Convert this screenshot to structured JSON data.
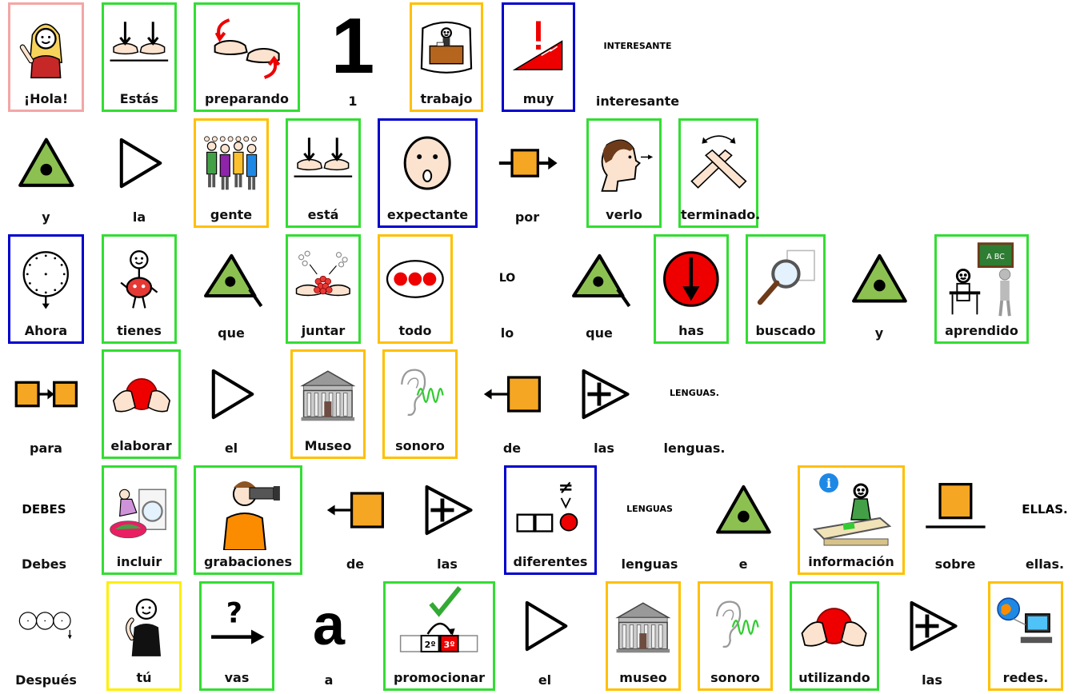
{
  "colors": {
    "pink": "#f4a6a6",
    "green": "#33dd33",
    "orange": "#ffc000",
    "blue": "#0000cc",
    "yellow": "#ffee00",
    "red": "#e00000",
    "sym_green": "#8cc152",
    "sym_orange": "#f5a623"
  },
  "rows": [
    {
      "cells": [
        {
          "label": "¡Hola!",
          "border": "pink",
          "icon": "waving-girl-icon"
        },
        {
          "label": "Estás",
          "border": "green",
          "icon": "hands-down-icon"
        },
        {
          "label": "preparando",
          "border": "green",
          "icon": "preparing-hands-icon"
        },
        {
          "label": "1",
          "border": "none",
          "icon": "number-icon",
          "glyph": "1"
        },
        {
          "label": "trabajo",
          "border": "orange",
          "icon": "work-desk-icon"
        },
        {
          "label": "muy",
          "border": "blue",
          "icon": "very-ramp-icon"
        },
        {
          "label": "interesante",
          "border": "none",
          "icon": "caption-text",
          "caption": "INTERESANTE"
        }
      ]
    },
    {
      "cells": [
        {
          "label": "y",
          "border": "none",
          "icon": "triangle-dot-icon"
        },
        {
          "label": "la",
          "border": "none",
          "icon": "article-triangle-icon"
        },
        {
          "label": "gente",
          "border": "orange",
          "icon": "people-group-icon"
        },
        {
          "label": "está",
          "border": "green",
          "icon": "hands-down-icon"
        },
        {
          "label": "expectante",
          "border": "blue",
          "icon": "surprised-face-icon"
        },
        {
          "label": "por",
          "border": "none",
          "icon": "through-box-icon"
        },
        {
          "label": "verlo",
          "border": "green",
          "icon": "person-looking-icon"
        },
        {
          "label": "terminado.",
          "border": "green",
          "icon": "crossed-arms-icon"
        }
      ]
    },
    {
      "cells": [
        {
          "label": "Ahora",
          "border": "blue",
          "icon": "clock-now-icon"
        },
        {
          "label": "tienes",
          "border": "green",
          "icon": "person-has-icon"
        },
        {
          "label": "que",
          "border": "none",
          "icon": "triangle-dot-tail-icon"
        },
        {
          "label": "juntar",
          "border": "green",
          "icon": "gather-hands-icon"
        },
        {
          "label": "todo",
          "border": "orange",
          "icon": "all-dots-icon"
        },
        {
          "label": "lo",
          "border": "none",
          "icon": "caption-text",
          "caption": "LO"
        },
        {
          "label": "que",
          "border": "none",
          "icon": "triangle-dot-tail-icon"
        },
        {
          "label": "has",
          "border": "green",
          "icon": "red-down-arrow-icon"
        },
        {
          "label": "buscado",
          "border": "green",
          "icon": "magnifier-icon"
        },
        {
          "label": "y",
          "border": "none",
          "icon": "triangle-dot-icon"
        },
        {
          "label": "aprendido",
          "border": "green",
          "icon": "learning-class-icon"
        }
      ]
    },
    {
      "cells": [
        {
          "label": "para",
          "border": "none",
          "icon": "for-boxes-icon"
        },
        {
          "label": "elaborar",
          "border": "green",
          "icon": "hands-ball-icon"
        },
        {
          "label": "el",
          "border": "none",
          "icon": "article-triangle-icon"
        },
        {
          "label": "Museo",
          "border": "orange",
          "icon": "museum-icon"
        },
        {
          "label": "sonoro",
          "border": "orange",
          "icon": "ear-sound-icon"
        },
        {
          "label": "de",
          "border": "none",
          "icon": "of-box-icon"
        },
        {
          "label": "las",
          "border": "none",
          "icon": "plural-article-icon"
        },
        {
          "label": "lenguas.",
          "border": "none",
          "icon": "caption-text",
          "caption": "LENGUAS."
        }
      ]
    },
    {
      "cells": [
        {
          "label": "Debes",
          "border": "none",
          "icon": "caption-text",
          "caption": "DEBES"
        },
        {
          "label": "incluir",
          "border": "green",
          "icon": "laundry-icon"
        },
        {
          "label": "grabaciones",
          "border": "green",
          "icon": "camera-man-icon"
        },
        {
          "label": "de",
          "border": "none",
          "icon": "of-box-icon"
        },
        {
          "label": "las",
          "border": "none",
          "icon": "plural-article-icon"
        },
        {
          "label": "diferentes",
          "border": "blue",
          "icon": "different-icon"
        },
        {
          "label": "lenguas",
          "border": "none",
          "icon": "caption-text",
          "caption": "LENGUAS"
        },
        {
          "label": "e",
          "border": "none",
          "icon": "triangle-dot-icon"
        },
        {
          "label": "información",
          "border": "orange",
          "icon": "information-desk-icon"
        },
        {
          "label": "sobre",
          "border": "none",
          "icon": "on-box-icon"
        },
        {
          "label": "ellas.",
          "border": "none",
          "icon": "caption-text",
          "caption": "ELLAS."
        }
      ]
    },
    {
      "cells": [
        {
          "label": "Después",
          "border": "none",
          "icon": "clocks-after-icon"
        },
        {
          "label": "tú",
          "border": "yellow",
          "icon": "you-person-icon"
        },
        {
          "label": "vas",
          "border": "green",
          "icon": "question-arrow-icon"
        },
        {
          "label": "a",
          "border": "none",
          "icon": "letter-icon",
          "glyph": "a"
        },
        {
          "label": "promocionar",
          "border": "green",
          "icon": "promote-icon"
        },
        {
          "label": "el",
          "border": "none",
          "icon": "article-triangle-icon"
        },
        {
          "label": "museo",
          "border": "orange",
          "icon": "museum-icon"
        },
        {
          "label": "sonoro",
          "border": "orange",
          "icon": "ear-sound-icon"
        },
        {
          "label": "utilizando",
          "border": "green",
          "icon": "hands-ball-icon"
        },
        {
          "label": "las",
          "border": "none",
          "icon": "plural-article-icon"
        },
        {
          "label": "redes.",
          "border": "orange",
          "icon": "globe-computer-icon"
        }
      ]
    }
  ]
}
